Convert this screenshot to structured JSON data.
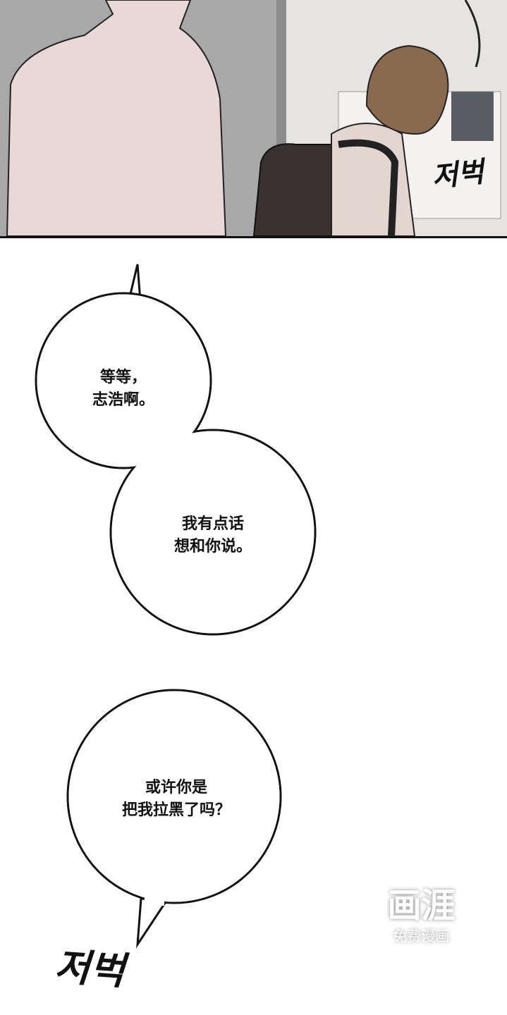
{
  "panel_top": {
    "sfx": "저벅"
  },
  "bubbles": [
    {
      "text": "等等，\n志浩啊。"
    },
    {
      "text": "我有点话\n想和你说。"
    },
    {
      "text": "或许你是\n把我拉黑了吗？"
    }
  ],
  "bottom_sfx": "저벅",
  "watermark": {
    "logo": "画涯",
    "caption": "免费漫画"
  },
  "colors": {
    "wall_left": "#a8a8a8",
    "wall_right": "#e6e4e0",
    "shirt": "#e8d8d8",
    "outline": "#111111"
  }
}
